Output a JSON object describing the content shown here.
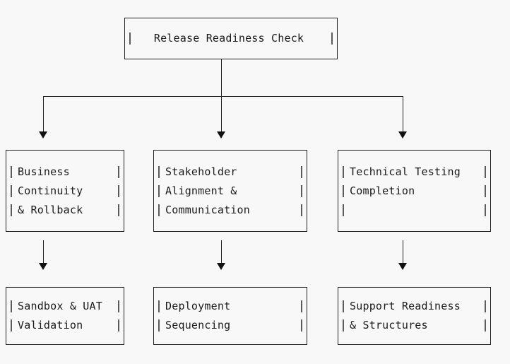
{
  "diagram": {
    "title": "Release Readiness Check",
    "type": "flowchart",
    "orientation": "top-down",
    "background_color": "#f8f8f8",
    "line_color": "#222222",
    "text_color": "#1a1a1a",
    "pipe_glyph": "|",
    "arrow_glyph": "▼"
  },
  "root": {
    "id": "release-readiness-check",
    "lines": [
      "Release Readiness Check"
    ]
  },
  "branches": [
    {
      "id": "business-continuity-rollback",
      "lines": [
        "Business",
        "Continuity",
        "& Rollback"
      ],
      "empty_lines": 0,
      "child": {
        "id": "sandbox-uat-validation",
        "lines": [
          "Sandbox & UAT",
          "Validation"
        ]
      }
    },
    {
      "id": "stakeholder-alignment-communication",
      "lines": [
        "Stakeholder",
        "Alignment &",
        "Communication"
      ],
      "empty_lines": 0,
      "child": {
        "id": "deployment-sequencing",
        "lines": [
          "Deployment",
          "Sequencing"
        ]
      }
    },
    {
      "id": "technical-testing-completion",
      "lines": [
        "Technical Testing",
        "Completion"
      ],
      "empty_lines": 1,
      "child": {
        "id": "support-readiness-structures",
        "lines": [
          "Support Readiness",
          "& Structures"
        ]
      }
    }
  ]
}
